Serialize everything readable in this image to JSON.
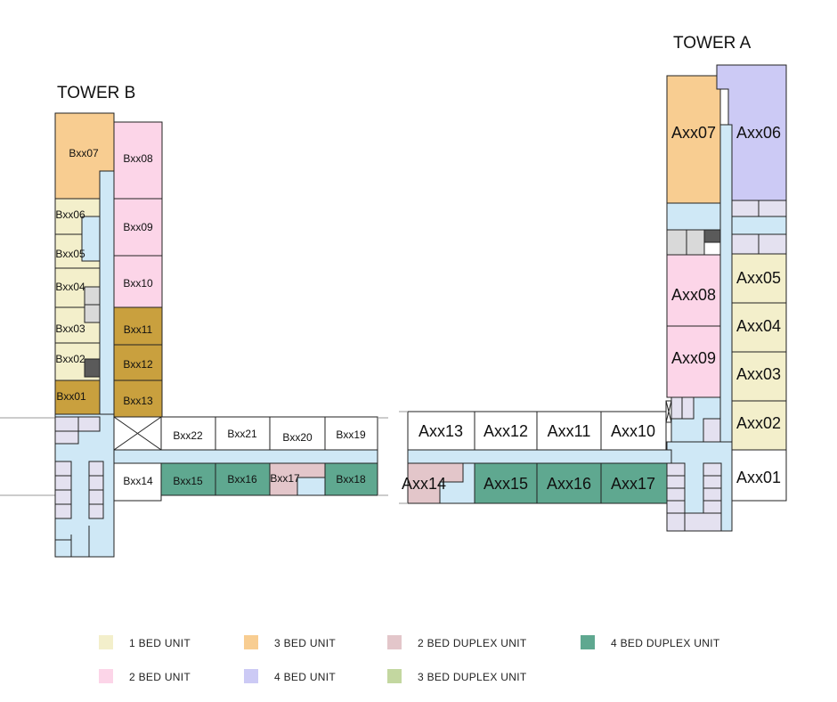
{
  "towers": {
    "b": "TOWER B",
    "a": "TOWER A"
  },
  "colors": {
    "bed1": "#f3efcb",
    "bed2": "#fcd5e8",
    "bed3": "#f8cd91",
    "bed4": "#cccaf5",
    "duplex2": "#e3c6ca",
    "duplex3": "#c3d7a0",
    "duplex4": "#5fa890",
    "duplex3plan": "#c9a03e",
    "white": "#ffffff"
  },
  "units_b": {
    "b07": "Bxx07",
    "b08": "Bxx08",
    "b06": "Bxx06",
    "b09": "Bxx09",
    "b05": "Bxx05",
    "b04": "Bxx04",
    "b10": "Bxx10",
    "b03": "Bxx03",
    "b11": "Bxx11",
    "b02": "Bxx02",
    "b12": "Bxx12",
    "b01": "Bxx01",
    "b13": "Bxx13",
    "b22": "Bxx22",
    "b21": "Bxx21",
    "b20": "Bxx20",
    "b19": "Bxx19",
    "b14": "Bxx14",
    "b15": "Bxx15",
    "b16": "Bxx16",
    "b17": "Bxx17",
    "b18": "Bxx18"
  },
  "units_a": {
    "a07": "Axx07",
    "a06": "Axx06",
    "a05": "Axx05",
    "a08": "Axx08",
    "a04": "Axx04",
    "a09": "Axx09",
    "a03": "Axx03",
    "a02": "Axx02",
    "a13": "Axx13",
    "a12": "Axx12",
    "a11": "Axx11",
    "a10": "Axx10",
    "a01": "Axx01",
    "a14": "Axx14",
    "a15": "Axx15",
    "a16": "Axx16",
    "a17": "Axx17"
  },
  "legend": [
    {
      "label": "1 BED UNIT",
      "color": "#f3efcb"
    },
    {
      "label": "3 BED UNIT",
      "color": "#f8cd91"
    },
    {
      "label": "2 BED DUPLEX UNIT",
      "color": "#e3c6ca"
    },
    {
      "label": "4 BED DUPLEX UNIT",
      "color": "#5fa890"
    },
    {
      "label": "2 BED UNIT",
      "color": "#fcd5e8"
    },
    {
      "label": "4 BED UNIT",
      "color": "#cccaf5"
    },
    {
      "label": "3 BED DUPLEX UNIT",
      "color": "#c3d7a0"
    }
  ]
}
